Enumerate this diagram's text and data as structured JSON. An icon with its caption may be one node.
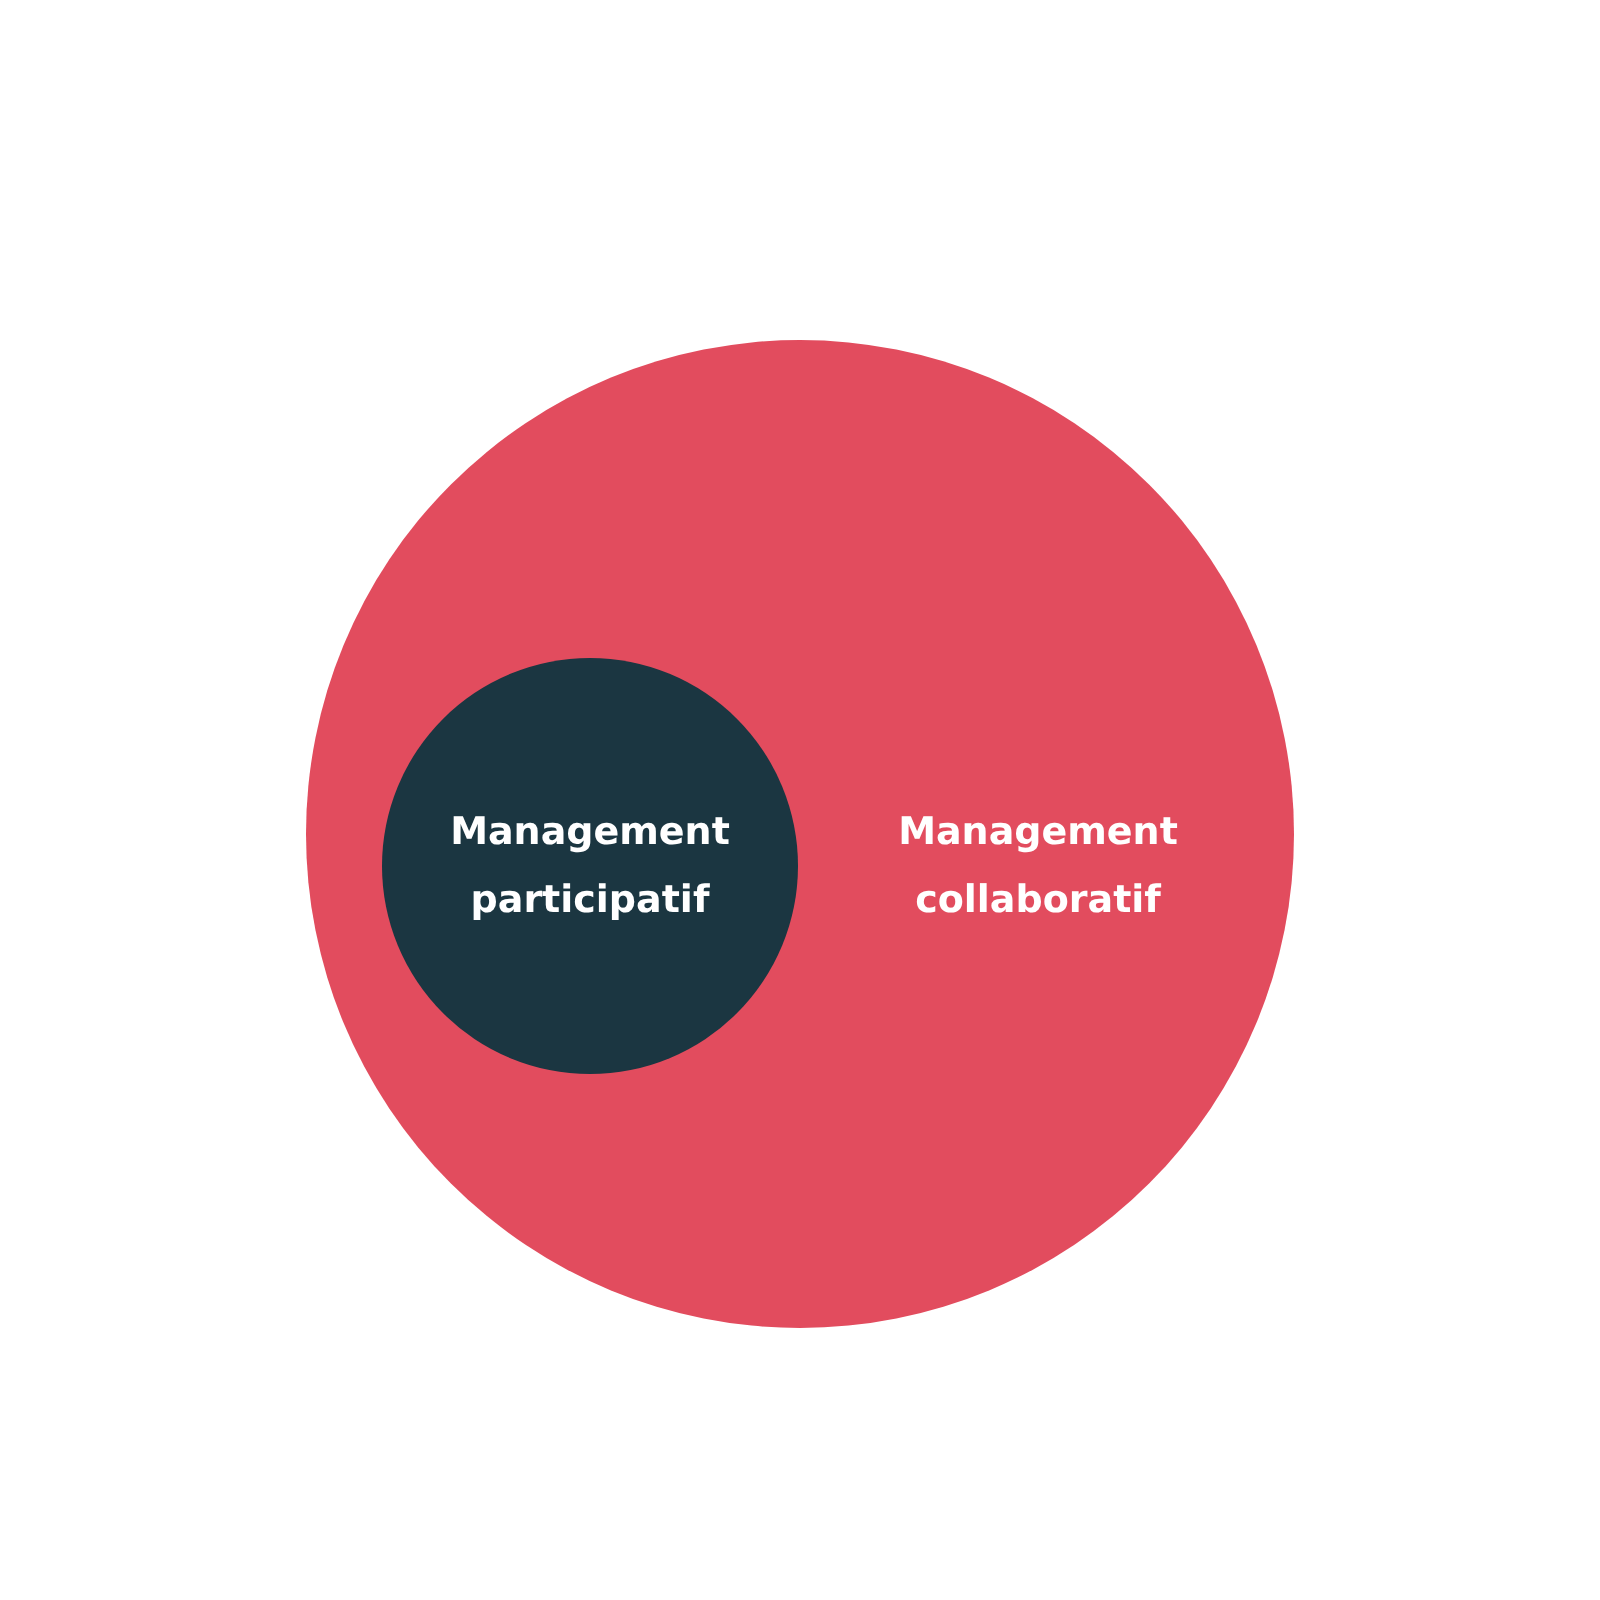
{
  "diagram": {
    "nodes": [
      {
        "text": [
          "Management collaboratif"
        ]
      },
      {
        "text": [
          "Management participatif"
        ],
        "in": 0
      }
    ]
  }
}
